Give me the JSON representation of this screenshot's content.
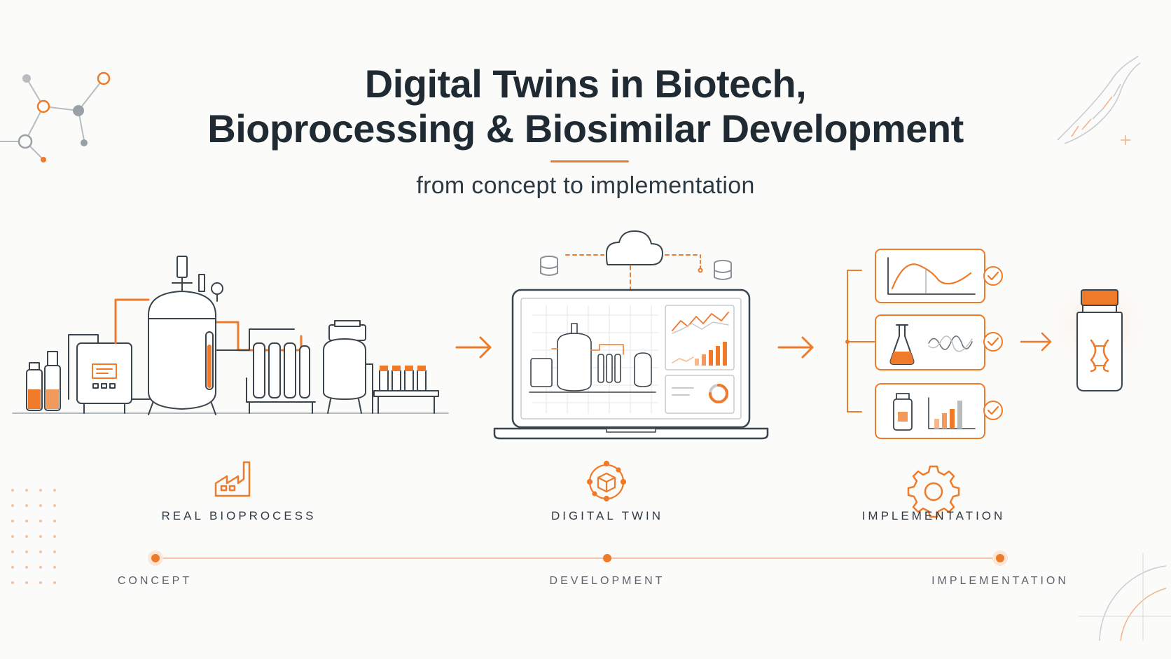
{
  "header": {
    "title_line1": "Digital Twins in Biotech,",
    "title_line2": "Bioprocessing & Biosimilar Development",
    "subtitle": "from concept to implementation"
  },
  "stages": [
    {
      "label": "REAL BIOPROCESS",
      "icon": "factory-icon"
    },
    {
      "label": "DIGITAL TWIN",
      "icon": "cube-network-icon"
    },
    {
      "label": "IMPLEMENTATION",
      "icon": "gear-icon"
    }
  ],
  "timeline": [
    {
      "label": "CONCEPT"
    },
    {
      "label": "DEVELOPMENT"
    },
    {
      "label": "IMPLEMENTATION"
    }
  ],
  "colors": {
    "accent": "#ef7a2a",
    "ink": "#2f3b45",
    "line": "#9aa1a6",
    "background": "#fbfbfa"
  }
}
